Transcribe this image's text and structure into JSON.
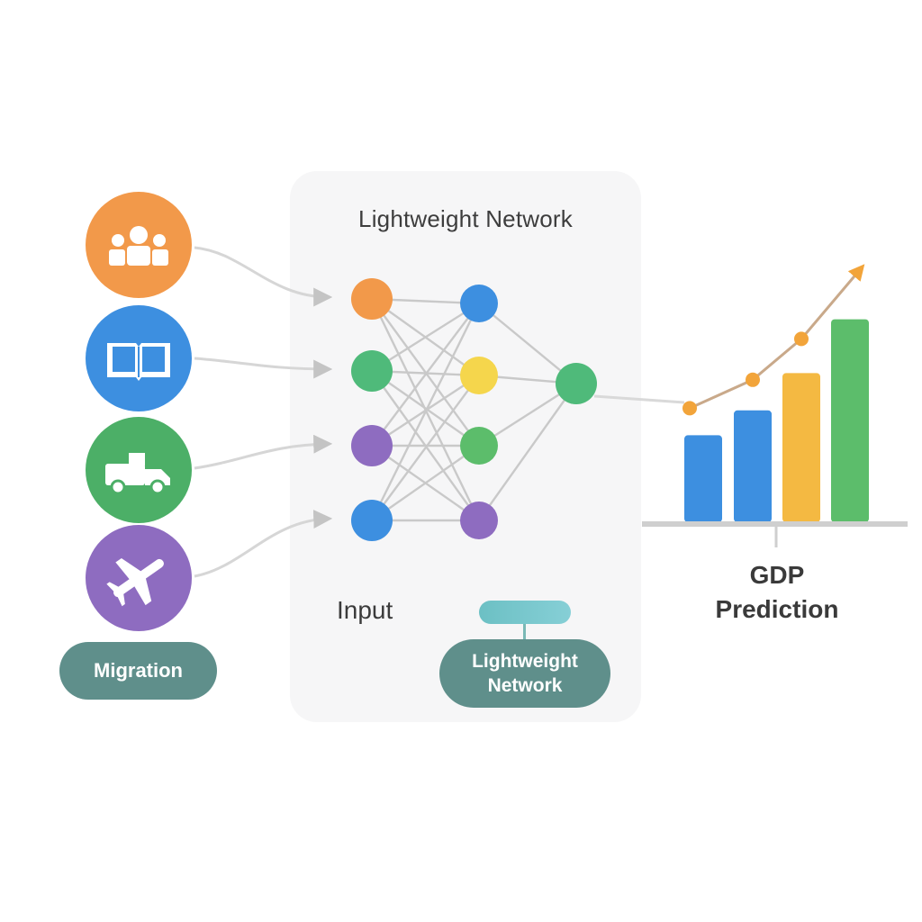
{
  "panel": {
    "title": "Lightweight Network",
    "input_label": "Input",
    "network_pill": "Lightweight\nNetwork"
  },
  "inputs": [
    {
      "icon": "people-icon",
      "color": "#f2994a"
    },
    {
      "icon": "book-icon",
      "color": "#3d8fe0"
    },
    {
      "icon": "truck-icon",
      "color": "#4caf67"
    },
    {
      "icon": "airplane-icon",
      "color": "#8e6cc0"
    }
  ],
  "migration_label": "Migration",
  "network": {
    "input_layer": [
      "#f2994a",
      "#4fba7a",
      "#8e6cc0",
      "#3d8fe0"
    ],
    "hidden_layer": [
      "#3d8fe0",
      "#f5d64c",
      "#5cbd6b",
      "#8e6cc0"
    ],
    "output_node": "#4fba7a"
  },
  "output_label": "GDP\nPrediction",
  "chart_data": {
    "type": "bar",
    "categories": [
      "",
      "",
      "",
      ""
    ],
    "values": [
      0.42,
      0.54,
      0.72,
      0.98
    ],
    "colors": [
      "#3d8fe0",
      "#3d8fe0",
      "#f4b942",
      "#5cbd6b"
    ],
    "trend_line": {
      "points": [
        0.42,
        0.54,
        0.72,
        0.98
      ],
      "color": "#f2a43a",
      "arrow": true
    },
    "title": "",
    "xlabel": "",
    "ylabel": "",
    "ylim": [
      0,
      1
    ],
    "grid": false
  }
}
